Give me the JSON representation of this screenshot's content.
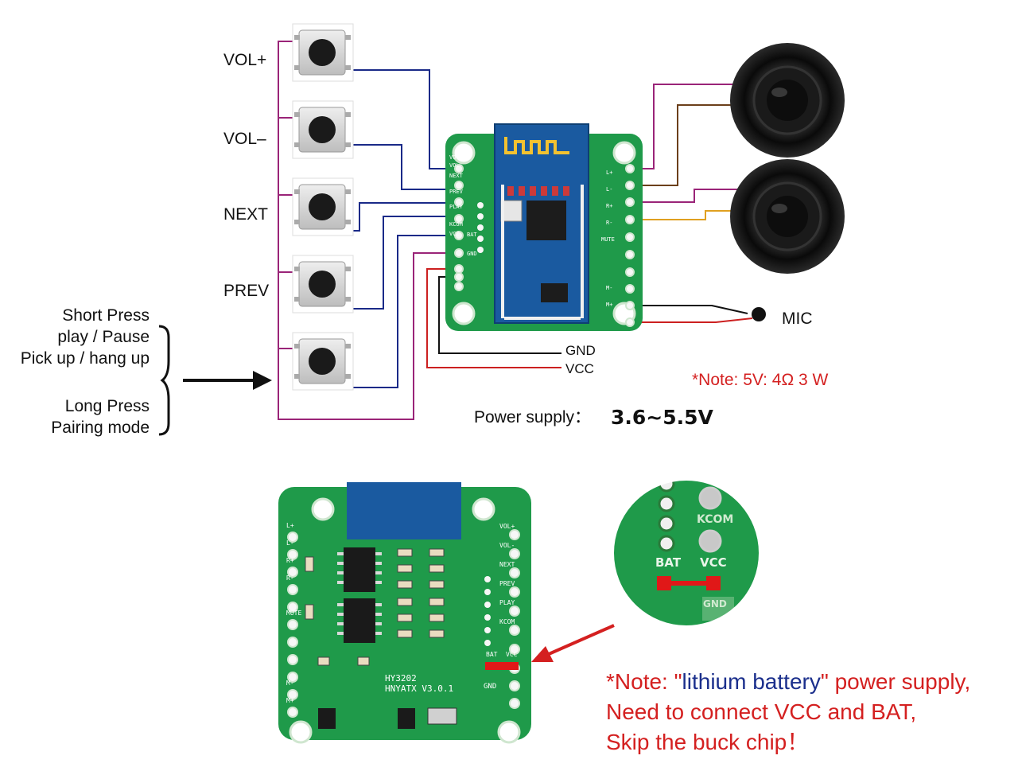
{
  "buttons": {
    "vol_plus": "VOL+",
    "vol_minus": "VOL–",
    "next": "NEXT",
    "prev": "PREV"
  },
  "press_info": {
    "short_press": "Short Press",
    "play_pause": "play / Pause",
    "pickup_hangup": "Pick up / hang up",
    "long_press": "Long Press",
    "pairing_mode": "Pairing mode"
  },
  "wires": {
    "gnd": "GND",
    "vcc": "VCC",
    "mic": "MIC"
  },
  "notes": {
    "speaker_note": "*Note: 5V: 4Ω 3 W",
    "power_supply_label": "Power supply：",
    "power_supply_value": "3.6~5.5V",
    "battery_note_prefix": "*Note: \"",
    "battery_note_highlight": "lithium battery",
    "battery_note_suffix": "\" power supply,",
    "battery_note_line2": "Need to connect VCC and BAT,",
    "battery_note_line3": "Skip the buck chip！"
  },
  "board_top_pins_left": [
    "VOL+",
    "VOL-",
    "NEXT",
    "PREV",
    "PLAY",
    "KCOM",
    "VCC",
    "BAT",
    "GND"
  ],
  "board_top_pins_right": [
    "L+",
    "L-",
    "R+",
    "R-",
    "MUTE",
    "M-",
    "M+"
  ],
  "board_bottom_pins_left": [
    "L+",
    "L-",
    "R+",
    "R-",
    "MUTE",
    "M-",
    "M+"
  ],
  "board_bottom_pins_right": [
    "VOL+",
    "VOL-",
    "NEXT",
    "PREV",
    "PLAY",
    "KCOM",
    "BAT",
    "VCC",
    "GND"
  ],
  "board_bottom_text": [
    "HY3202",
    "HNYATX",
    "V3.0.1"
  ],
  "zoom_labels": [
    "KCOM",
    "BAT",
    "VCC",
    "GND"
  ],
  "colors": {
    "pcb": "#1f9a4a",
    "module": "#1a5aa0",
    "wire_blue": "#1a2a88",
    "wire_magenta": "#9a2478",
    "wire_brown": "#6b3f1a",
    "wire_orange": "#e0a020",
    "wire_red": "#cc2020",
    "note_red": "#d42020"
  }
}
